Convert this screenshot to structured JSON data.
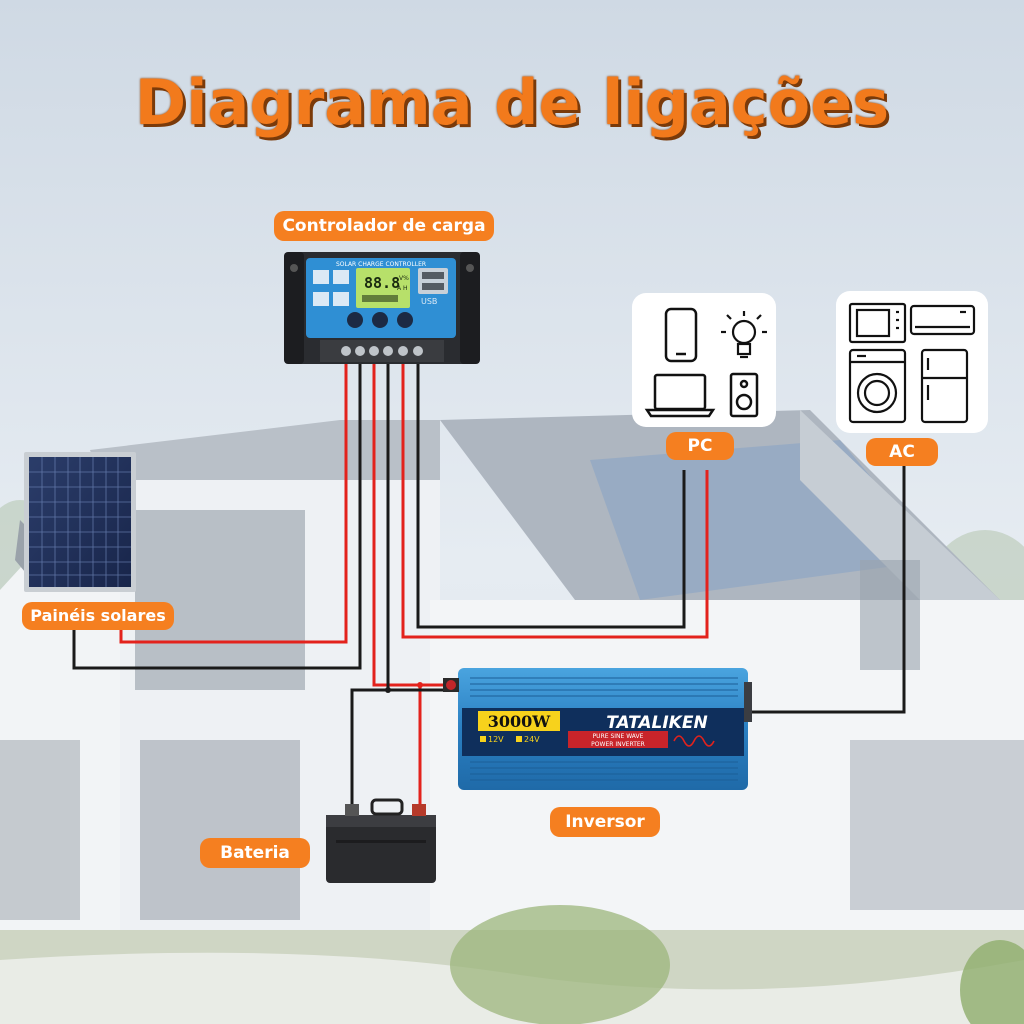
{
  "title": "Diagrama de ligações",
  "labels": {
    "controller": "Controlador de carga",
    "solar": "Painéis solares",
    "battery": "Bateria",
    "inverter": "Inversor",
    "pc": "PC",
    "ac": "AC"
  },
  "controller_device": {
    "header": "SOLAR CHARGE CONTROLLER",
    "display": "88.8",
    "units_top": "V%",
    "units_bottom": "A H",
    "usb_label": "USB"
  },
  "inverter_device": {
    "power": "3000W",
    "brand": "TATALIKEN",
    "voltage_1": "12V",
    "voltage_2": "24V",
    "line_1": "PURE SINE WAVE",
    "line_2": "POWER INVERTER"
  },
  "colors": {
    "accent": "#f57f20",
    "wire_positive": "#e3221c",
    "wire_negative": "#1a1a1a",
    "device_blue": "#2e86c8"
  },
  "icons": {
    "pc_loads": [
      "smartphone-icon",
      "light-bulb-icon",
      "laptop-icon",
      "speaker-icon"
    ],
    "ac_loads": [
      "microwave-icon",
      "air-conditioner-icon",
      "washing-machine-icon",
      "refrigerator-icon"
    ]
  }
}
